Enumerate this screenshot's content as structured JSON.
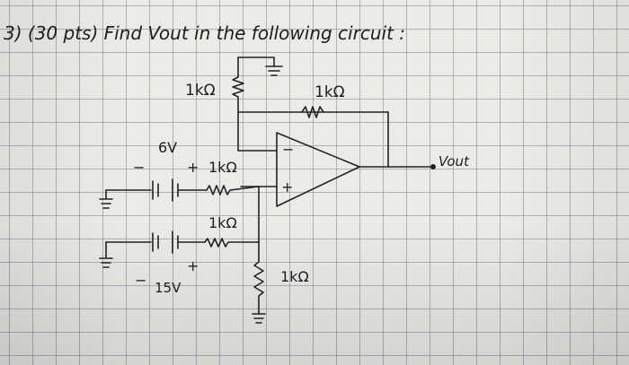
{
  "title": "3) (30 pts) Find Vout in the following circuit :",
  "labels": {
    "r_top_left": "1kΩ",
    "r_feedback": "1kΩ",
    "voltage_6v": "6V",
    "plus_6v": "+",
    "minus_6v": "−",
    "r_in1": "1kΩ",
    "r_in2": "1kΩ",
    "plus_15v": "+",
    "minus_15v": "−",
    "voltage_15v": "15V",
    "r_bottom": "1kΩ",
    "vout": "Vout",
    "opamp_minus": "−",
    "opamp_plus": "+"
  },
  "colors": {
    "ink": "#222222",
    "paper": "#ecece7",
    "grid": "#78828f"
  }
}
